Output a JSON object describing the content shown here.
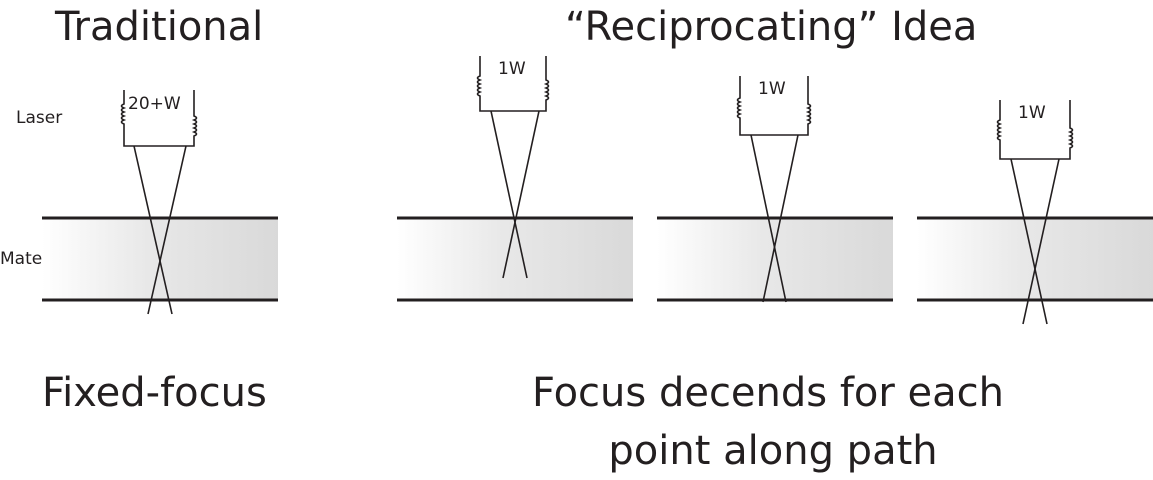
{
  "titles": {
    "traditional": "Traditional",
    "reciprocating": "“Reciprocating” Idea"
  },
  "labels": {
    "laser": "Laser",
    "material": "Material"
  },
  "lasers": {
    "traditional_power": "20+W",
    "reciprocating_power_1": "1W",
    "reciprocating_power_2": "1W",
    "reciprocating_power_3": "1W"
  },
  "captions": {
    "fixed_focus": "Fixed-focus",
    "focus_line1": "Focus decends for each",
    "focus_line2": "point along path"
  },
  "colors": {
    "ink": "#231f20",
    "material_shade": "#dedede",
    "background": "#ffffff"
  }
}
